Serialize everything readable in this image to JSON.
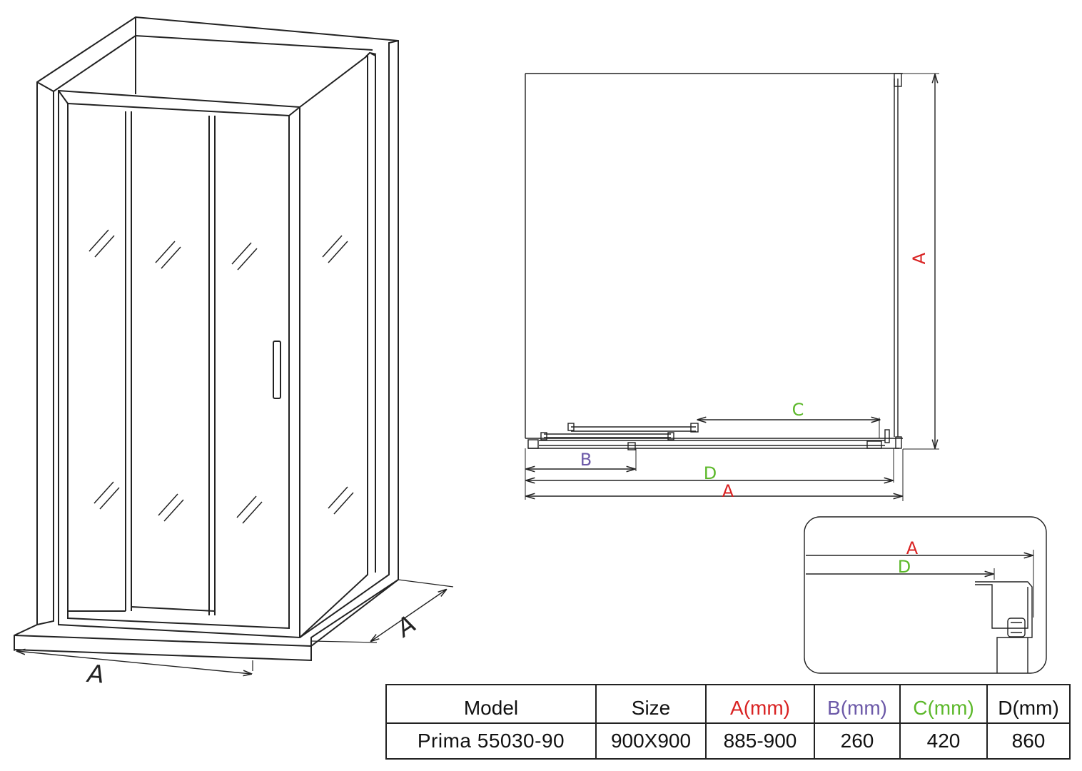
{
  "iso_view": {
    "dim_front": "A",
    "dim_side": "A"
  },
  "plan_view": {
    "dim_height": "A",
    "dim_c": "C",
    "dim_b": "B",
    "dim_d": "D",
    "dim_a": "A"
  },
  "detail_view": {
    "dim_a": "A",
    "dim_d": "D"
  },
  "spec_table": {
    "headers": {
      "model": "Model",
      "size": "Size",
      "a_letter": "A",
      "a_unit": "(mm)",
      "b_letter": "B",
      "b_unit": "(mm)",
      "c_letter": "C",
      "c_unit": "(mm)",
      "d_letter": "D",
      "d_unit": "(mm)"
    },
    "row": {
      "model": "Prima 55030-90",
      "size": "900X900",
      "a": "885-900",
      "b": "260",
      "c": "420",
      "d": "860"
    }
  },
  "colors": {
    "red": "#d92323",
    "purple": "#6c59a8",
    "green": "#5cb82a",
    "line": "#222222"
  }
}
